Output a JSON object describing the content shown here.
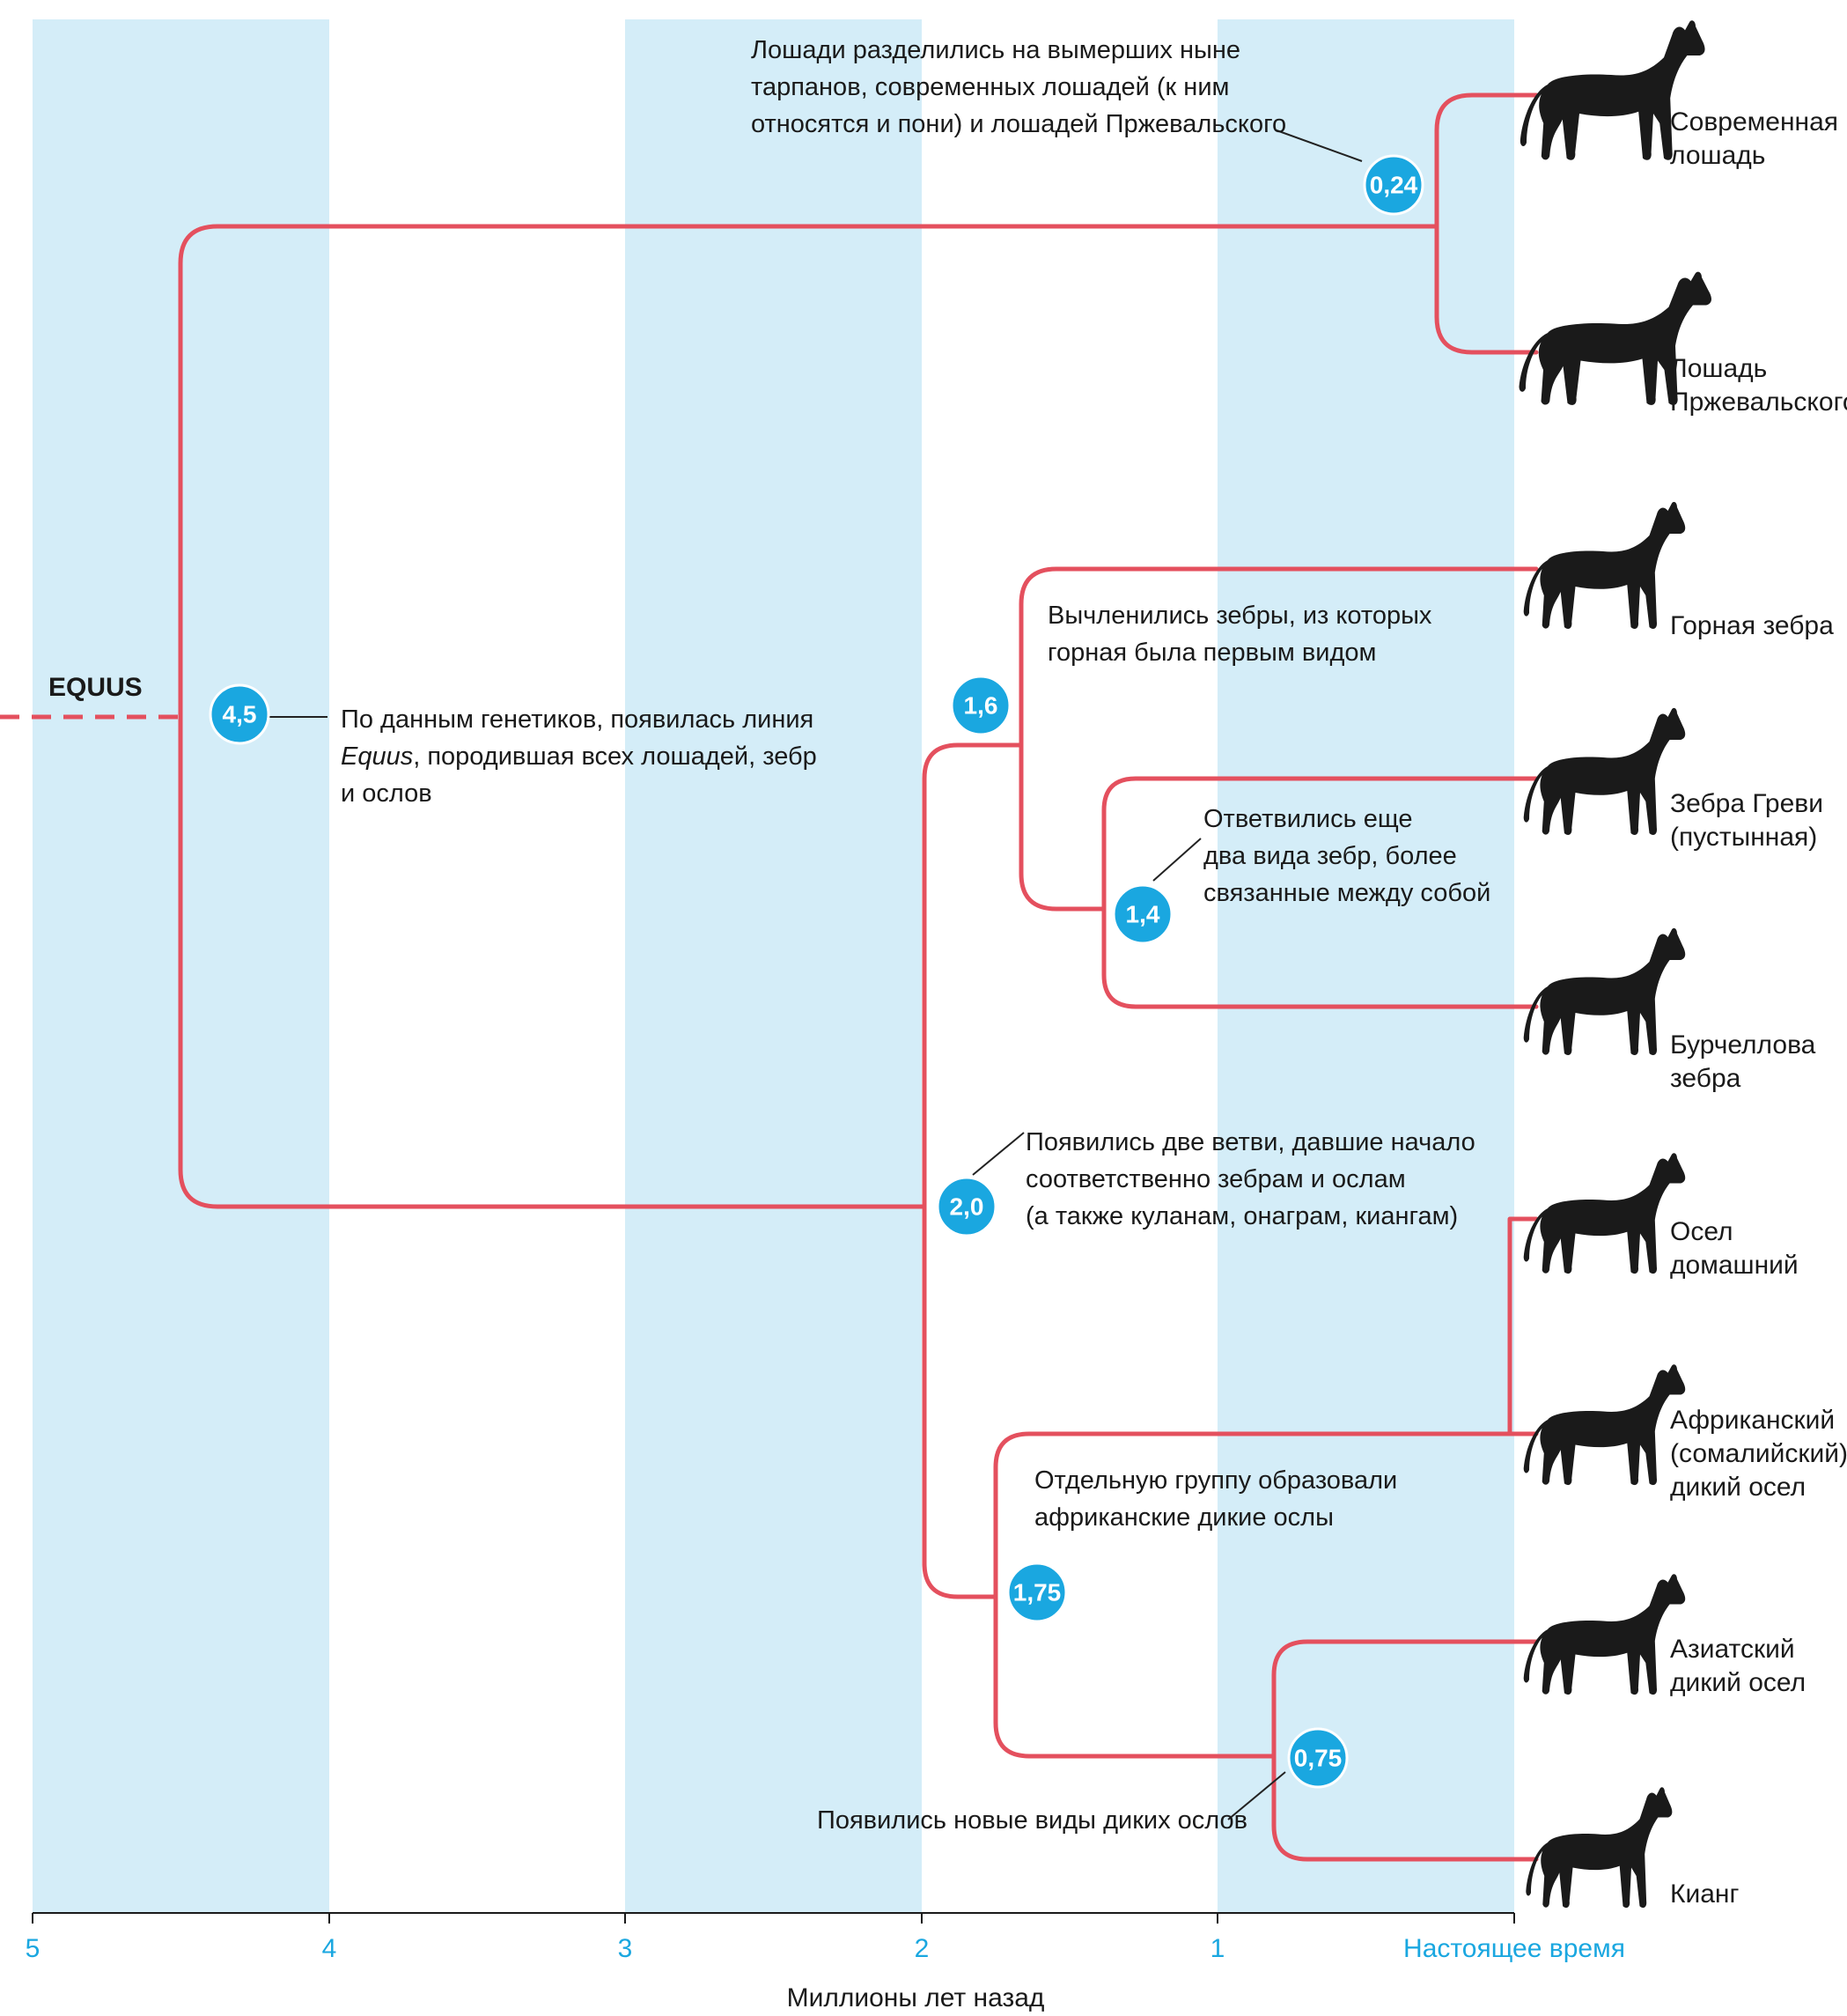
{
  "genus_label": "EQUUS",
  "axis": {
    "title": "Миллионы лет назад",
    "ticks": [
      "5",
      "4",
      "3",
      "2",
      "1",
      "Настоящее время"
    ]
  },
  "nodes": {
    "n45": "4,5",
    "n20": "2,0",
    "n16": "1,6",
    "n14": "1,4",
    "n175": "1,75",
    "n075": "0,75",
    "n024": "0,24"
  },
  "notes": {
    "horses_split": [
      "Лошади разделились на вымерших ныне",
      "тарпанов, современных лошадей (к ним",
      "относятся и пони) и лошадей Пржевальского"
    ],
    "equus_line": {
      "line1": "По данным генетиков, появилась линия",
      "line2_italic": "Equus",
      "line2_rest": ", породившая всех лошадей, зебр",
      "line3": "и ослов"
    },
    "zebras_separated": [
      "Вычленились зебры, из которых",
      "горная была первым видом"
    ],
    "two_zebras": [
      "Ответвились еще",
      "два вида зебр, более",
      "связанные между собой"
    ],
    "two_branches": [
      "Появились две ветви, давшие начало",
      "соответственно зебрам и ослам",
      "(а также куланам, онаграм, киангам)"
    ],
    "african_asses": [
      "Отдельную группу образовали",
      "африканские дикие ослы"
    ],
    "new_asses": [
      "Появились новые виды диких ослов"
    ]
  },
  "species": [
    {
      "label": [
        "Современная",
        "лошадь"
      ],
      "icon": "horse-icon"
    },
    {
      "label": [
        "Лошадь",
        "Пржевальского"
      ],
      "icon": "przewalski-horse-icon"
    },
    {
      "label": [
        "Горная зебра"
      ],
      "icon": "mountain-zebra-icon"
    },
    {
      "label": [
        "Зебра Греви",
        "(пустынная)"
      ],
      "icon": "grevy-zebra-icon"
    },
    {
      "label": [
        "Бурчеллова",
        "зебра"
      ],
      "icon": "burchell-zebra-icon"
    },
    {
      "label": [
        "Осел",
        "домашний"
      ],
      "icon": "donkey-icon"
    },
    {
      "label": [
        "Африканский",
        "(сомалийский)",
        "дикий осел"
      ],
      "icon": "african-wild-ass-icon"
    },
    {
      "label": [
        "Азиатский",
        "дикий осел"
      ],
      "icon": "asian-wild-ass-icon"
    },
    {
      "label": [
        "Кианг"
      ],
      "icon": "kiang-icon"
    }
  ],
  "colors": {
    "branch": "#e4505e",
    "node": "#1aa7e0",
    "band": "#d4edf8",
    "text": "#1a1a1a"
  }
}
